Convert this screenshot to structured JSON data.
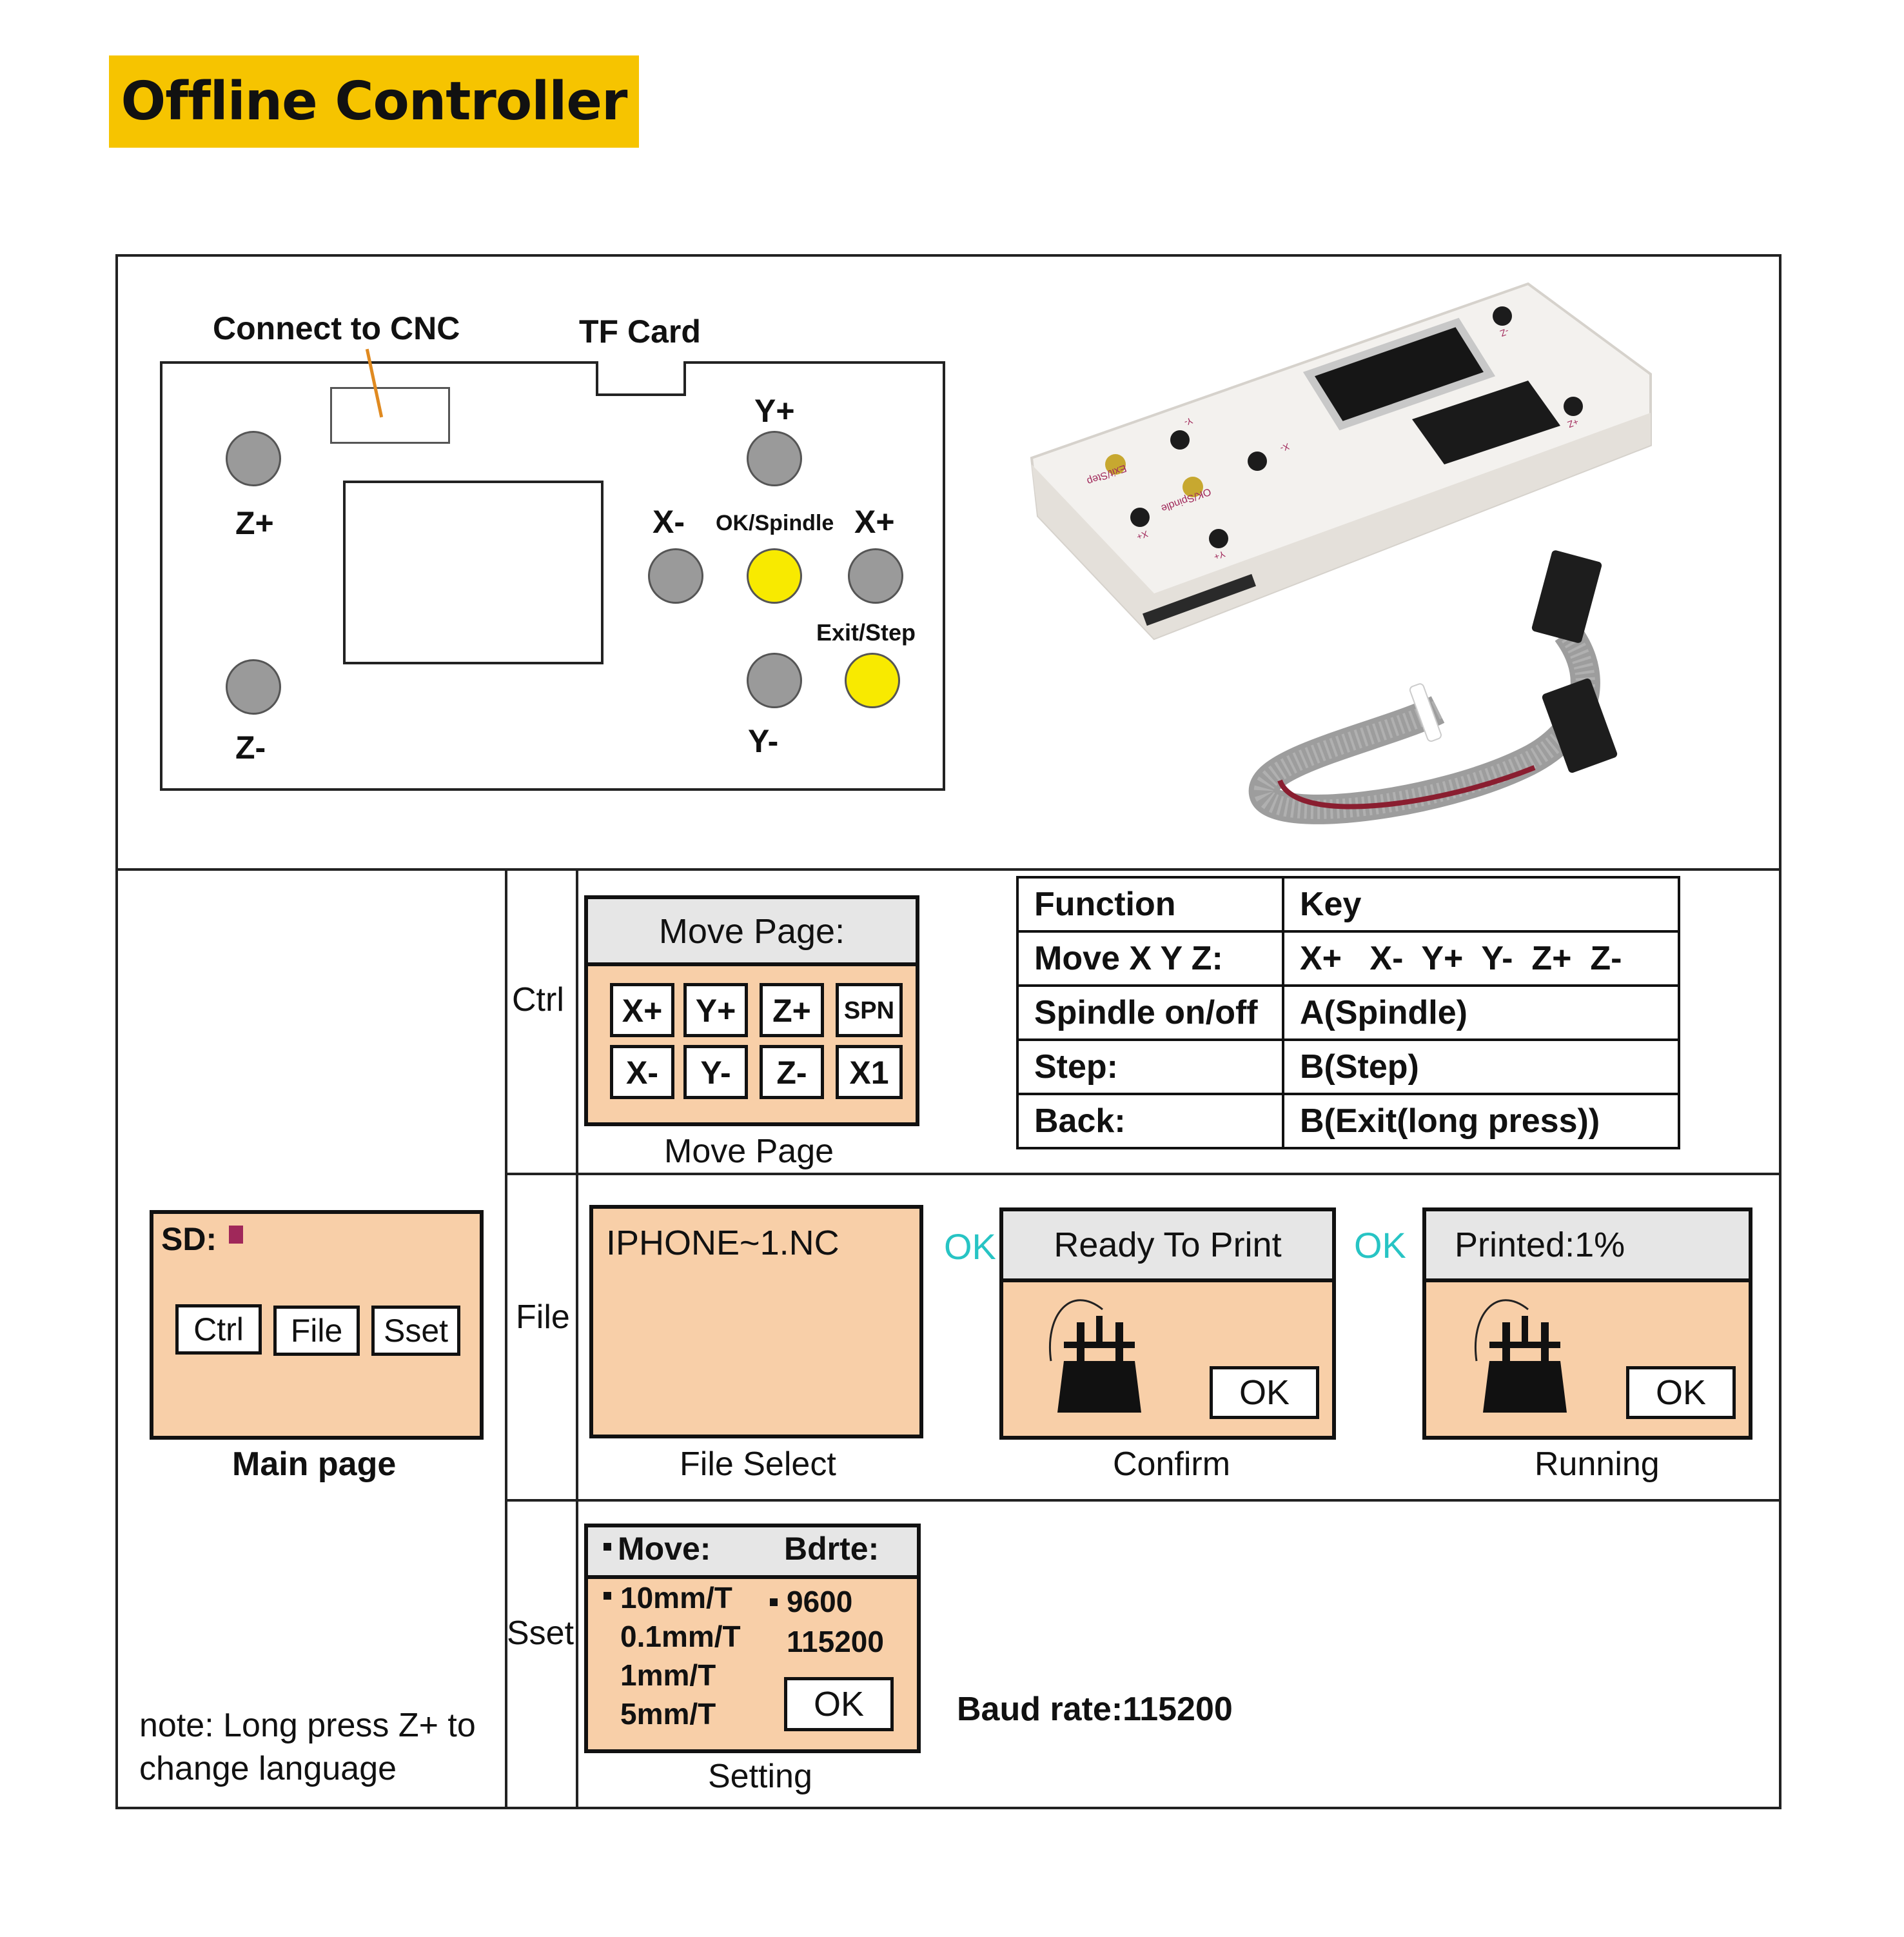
{
  "banner": {
    "title": "Offline Controller"
  },
  "board": {
    "connect_label": "Connect to CNC",
    "tf_label": "TF Card",
    "z_plus": "Z+",
    "z_minus": "Z-",
    "y_plus": "Y+",
    "y_minus": "Y-",
    "x_minus": "X-",
    "x_plus": "X+",
    "ok_spindle": "OK/Spindle",
    "exit_step": "Exit/Step"
  },
  "device_photo": {
    "labels": [
      "Exit/Step",
      "Y-",
      "X-",
      "OK/Spindle",
      "X+",
      "Y+",
      "-Z",
      "+Z"
    ]
  },
  "rows": {
    "ctrl": "Ctrl",
    "file": "File",
    "sset": "Sset"
  },
  "main_page": {
    "sd_label": "SD:",
    "buttons": [
      "Ctrl",
      "File",
      "Sset"
    ],
    "caption": "Main page"
  },
  "note": {
    "line1": "note: Long press Z+ to",
    "line2": "change language"
  },
  "move_page": {
    "title": "Move Page:",
    "keys_row1": [
      "X+",
      "Y+",
      "Z+",
      "SPN"
    ],
    "keys_row2": [
      "X-",
      "Y-",
      "Z-",
      "X1"
    ],
    "caption": "Move Page"
  },
  "function_table": {
    "headers": [
      "Function",
      "Key"
    ],
    "rows": [
      [
        "Move X Y Z:",
        "X+   X-  Y+  Y-  Z+  Z-"
      ],
      [
        "Spindle on/off",
        "A(Spindle)"
      ],
      [
        "Step:",
        "B(Step)"
      ],
      [
        "Back:",
        "B(Exit(long press))"
      ]
    ]
  },
  "file_select": {
    "filename": "IPHONE~1.NC",
    "caption": "File Select"
  },
  "arrows": {
    "ok1": "OK",
    "ok2": "OK"
  },
  "confirm": {
    "title": "Ready To Print",
    "ok": "OK",
    "caption": "Confirm"
  },
  "running": {
    "title": "Printed:1%",
    "ok": "OK",
    "caption": "Running"
  },
  "setting": {
    "move_header": "Move:",
    "bdrte_header": "Bdrte:",
    "steps": [
      "10mm/T",
      "0.1mm/T",
      "1mm/T",
      "5mm/T"
    ],
    "bauds": [
      "9600",
      "115200"
    ],
    "ok": "OK",
    "caption": "Setting"
  },
  "baud_note": "Baud rate:115200",
  "colors": {
    "banner": "#f6c400",
    "panel": "#f8cfa8",
    "button_yellow": "#f8ea00",
    "button_grey": "#9a9a9a",
    "ok_cyan": "#27c4c4",
    "sd_marker": "#a0285a"
  }
}
